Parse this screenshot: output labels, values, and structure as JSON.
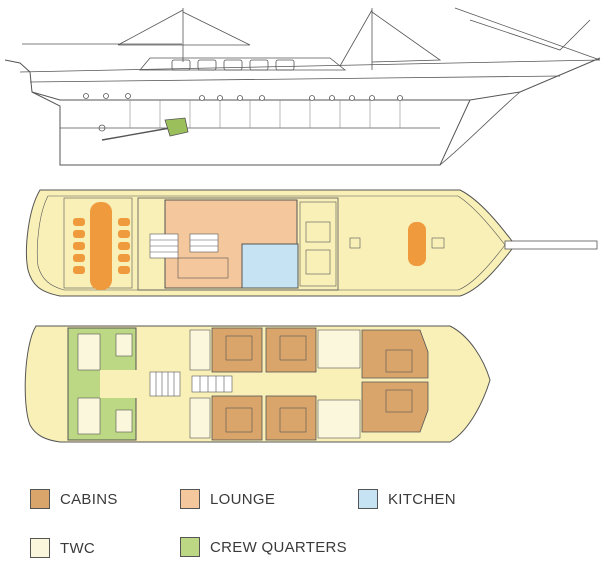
{
  "legend": [
    {
      "id": "cabins",
      "label": "CABINS",
      "color": "#d9a56b"
    },
    {
      "id": "lounge",
      "label": "LOUNGE",
      "color": "#f5c79c"
    },
    {
      "id": "kitchen",
      "label": "KITCHEN",
      "color": "#c6e3f4"
    },
    {
      "id": "twc",
      "label": "TWC",
      "color": "#fbf7dc"
    },
    {
      "id": "crew",
      "label": "CREW QUARTERS",
      "color": "#bcd884"
    }
  ],
  "colors": {
    "deck": "#f9f0b8",
    "line": "#555555",
    "accent": "#ef9a3c",
    "green_part": "#9bbf5a"
  }
}
